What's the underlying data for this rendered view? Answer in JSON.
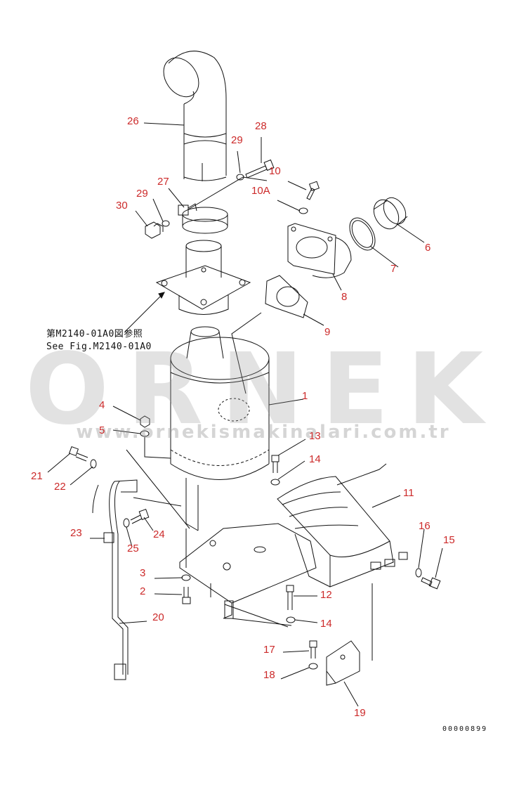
{
  "diagram": {
    "callouts": [
      {
        "id": "c26",
        "text": "26"
      },
      {
        "id": "c28",
        "text": "28"
      },
      {
        "id": "c29a",
        "text": "29"
      },
      {
        "id": "c10",
        "text": "10"
      },
      {
        "id": "c27",
        "text": "27"
      },
      {
        "id": "c29b",
        "text": "29"
      },
      {
        "id": "c30",
        "text": "30"
      },
      {
        "id": "c10a",
        "text": "10A"
      },
      {
        "id": "c6",
        "text": "6"
      },
      {
        "id": "c7",
        "text": "7"
      },
      {
        "id": "c8",
        "text": "8"
      },
      {
        "id": "c9",
        "text": "9"
      },
      {
        "id": "c1",
        "text": "1"
      },
      {
        "id": "c4",
        "text": "4"
      },
      {
        "id": "c5",
        "text": "5"
      },
      {
        "id": "c13",
        "text": "13"
      },
      {
        "id": "c14a",
        "text": "14"
      },
      {
        "id": "c11",
        "text": "11"
      },
      {
        "id": "c21",
        "text": "21"
      },
      {
        "id": "c22",
        "text": "22"
      },
      {
        "id": "c16",
        "text": "16"
      },
      {
        "id": "c15",
        "text": "15"
      },
      {
        "id": "c23",
        "text": "23"
      },
      {
        "id": "c25",
        "text": "25"
      },
      {
        "id": "c24",
        "text": "24"
      },
      {
        "id": "c3",
        "text": "3"
      },
      {
        "id": "c2",
        "text": "2"
      },
      {
        "id": "c12",
        "text": "12"
      },
      {
        "id": "c20",
        "text": "20"
      },
      {
        "id": "c14b",
        "text": "14"
      },
      {
        "id": "c17",
        "text": "17"
      },
      {
        "id": "c18",
        "text": "18"
      },
      {
        "id": "c19",
        "text": "19"
      }
    ],
    "reference_note": {
      "line1": "第M2140-01A0図参照",
      "line2": "See Fig.M2140-01A0"
    },
    "drawing_code": "00000899"
  },
  "watermark": {
    "brand": "ORNEK",
    "url": "www.ornekismakinalari.com.tr"
  },
  "colors": {
    "callout": "#cc2a2a",
    "line": "#111111",
    "watermark": "#969696"
  }
}
